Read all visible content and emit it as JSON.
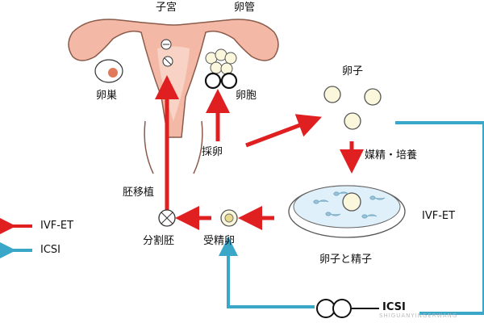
{
  "labels": {
    "uterus": "子宮",
    "fallopian_tube": "卵管",
    "ovary": "卵巣",
    "follicle": "卵胞",
    "egg_retrieval": "採卵",
    "egg": "卵子",
    "fertilization_culture": "媒精・培養",
    "ivf_et_dish": "IVF-ET",
    "egg_and_sperm": "卵子と精子",
    "fertilized_egg": "受精卵",
    "cleaved_embryo": "分割胚",
    "embryo_transfer": "胚移植",
    "icsi_dish": "ICSI"
  },
  "legend": [
    {
      "label": "IVF-ET",
      "color": "#e02020"
    },
    {
      "label": "ICSI",
      "color": "#3aa7c8"
    }
  ],
  "watermark": "SHIGUANYINGERWANG",
  "colors": {
    "ivf_arrow": "#e02020",
    "icsi_arrow": "#3aa7c8",
    "uterus_fill": "#f4b9a6",
    "dish_fill": "#dff0fb"
  }
}
